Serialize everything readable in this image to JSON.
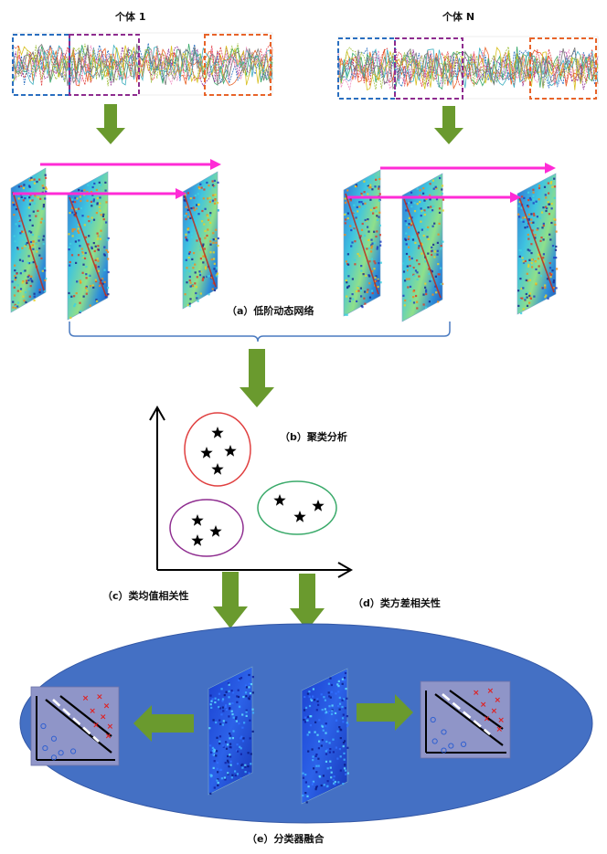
{
  "individuals": [
    {
      "label": "个体 1"
    },
    {
      "label": "个体 N"
    }
  ],
  "stages": {
    "a": "（a）低阶动态网络",
    "b": "（b）聚类分析",
    "c": "（c）类均值相关性",
    "d": "（d）类方差相关性",
    "e": "（e）分类器融合"
  },
  "colors": {
    "window_blue": "#2a6fc0",
    "window_purple": "#8e2c8f",
    "window_orange": "#e8642a",
    "arrow_green": "#6a9a2e",
    "sliding_arrow": "#ff2bd6",
    "ellipse_fusion": "#4470c4",
    "cluster_red": "#e04040",
    "cluster_purple": "#8e2c8f",
    "cluster_green": "#3aaa6a",
    "bracket": "#4a7ac0"
  },
  "clusters": [
    {
      "name": "red",
      "stars": 4
    },
    {
      "name": "purple",
      "stars": 3
    },
    {
      "name": "green",
      "stars": 3
    }
  ]
}
